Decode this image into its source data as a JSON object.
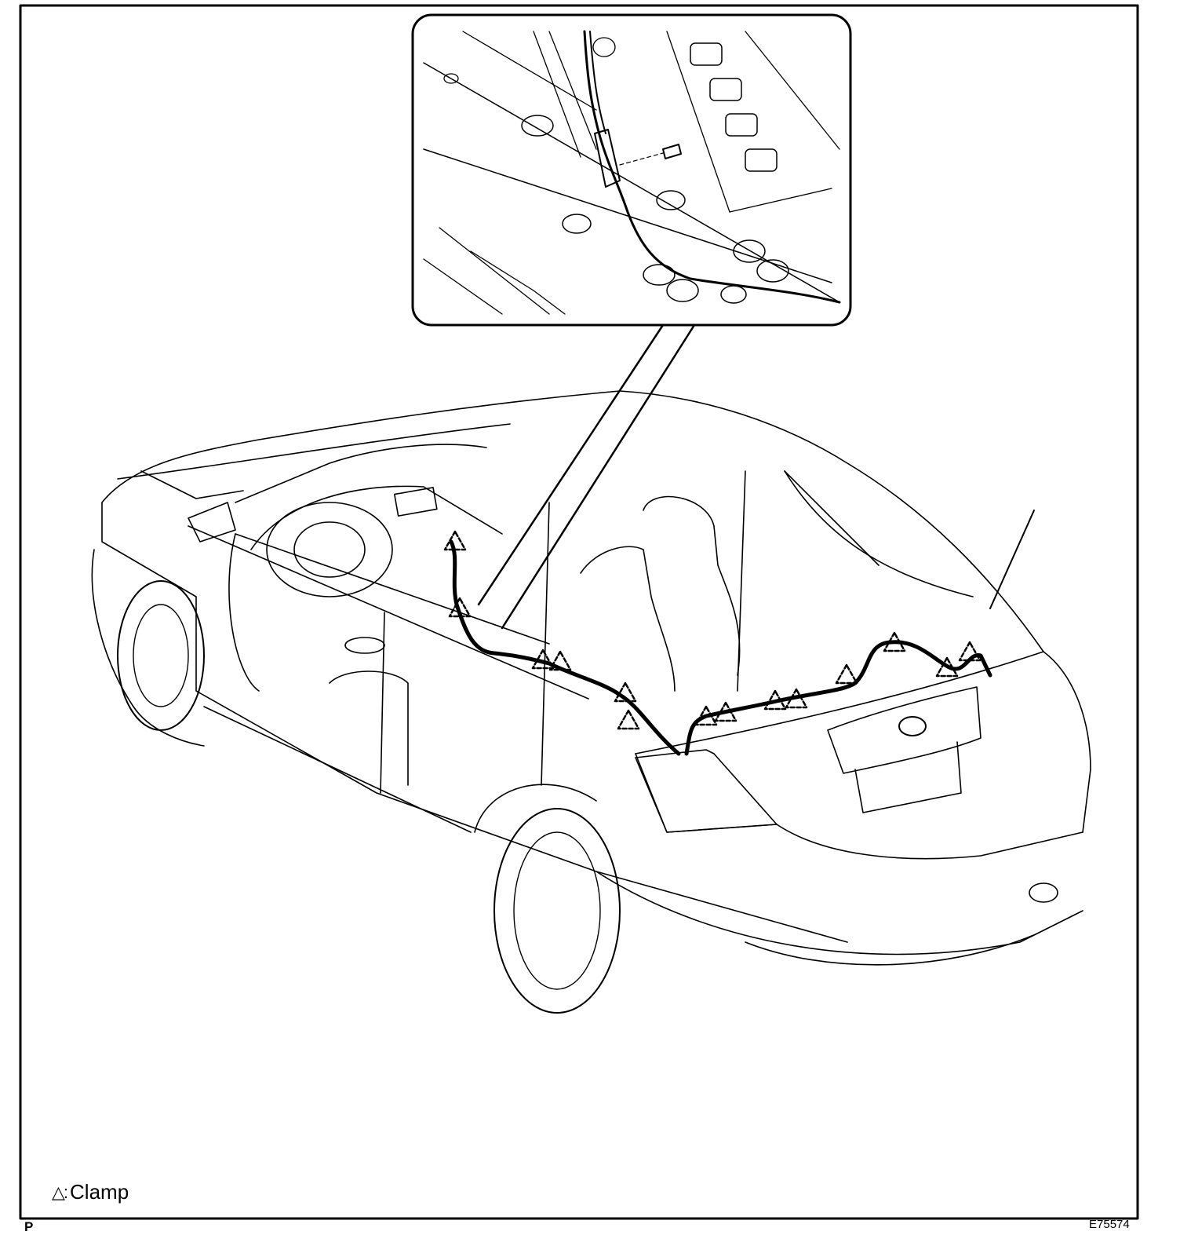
{
  "legend": {
    "symbol": "△:",
    "label": "Clamp"
  },
  "corner_letter": "P",
  "figure_code": "E75574",
  "colors": {
    "line": "#000000",
    "background": "#ffffff"
  }
}
